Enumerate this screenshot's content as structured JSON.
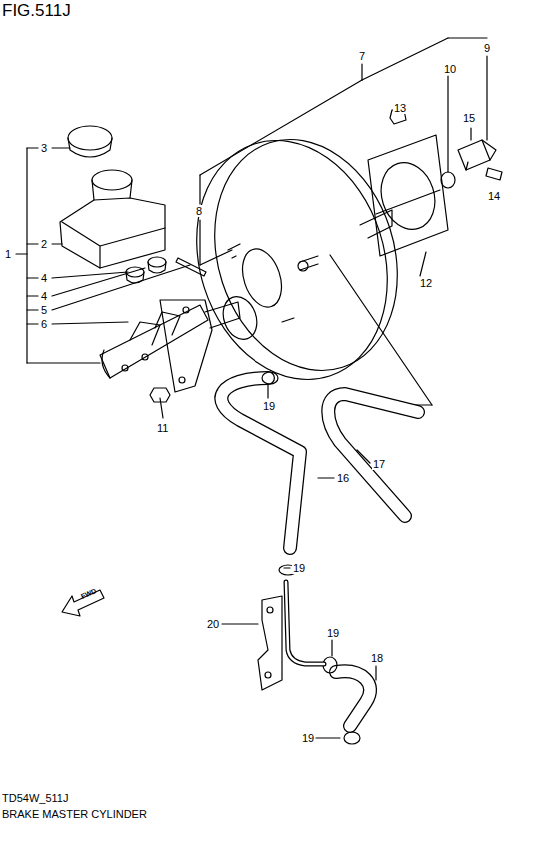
{
  "diagram": {
    "title": "FIG.511J",
    "caption": "BRAKE MASTER CYLINDER",
    "labels": [
      "7",
      "9",
      "10",
      "13",
      "15",
      "14",
      "8",
      "3",
      "2",
      "1",
      "4",
      "4",
      "5",
      "6",
      "12",
      "11",
      "19",
      "16",
      "17",
      "19",
      "20",
      "19",
      "18",
      "19",
      "FWD",
      "TD54W_511J"
    ]
  }
}
